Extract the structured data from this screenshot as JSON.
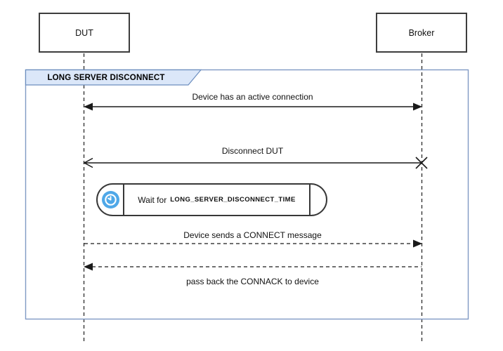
{
  "diagram": {
    "type": "sequence-diagram",
    "frame": {
      "title": "LONG SERVER DISCONNECT"
    },
    "actors": [
      {
        "name": "DUT"
      },
      {
        "name": "Broker"
      }
    ],
    "messages": [
      {
        "text": "Device has an active connection",
        "line": "solid",
        "arrows": "filled-both-ends"
      },
      {
        "text": "Disconnect DUT",
        "line": "solid",
        "arrows": "open-left, lost-x-right"
      },
      {
        "text": "Device sends a CONNECT message",
        "line": "dashed",
        "arrows": "filled-right"
      },
      {
        "text": "pass back the CONNACK to device",
        "line": "dashed",
        "arrows": "filled-left"
      }
    ],
    "wait_step": {
      "prefix": "Wait for",
      "constant": "LONG_SERVER_DISCONNECT_TIME",
      "icon": "clock-icon"
    },
    "colors": {
      "frame_border": "#7f9ac4",
      "frame_title_fill": "#dbe7f9",
      "frame_title_border": "#6c8ebf",
      "line_color": "#1a1a1a",
      "actor_border": "#3d3d3d",
      "clock_blue": "#4fa8e8"
    }
  }
}
